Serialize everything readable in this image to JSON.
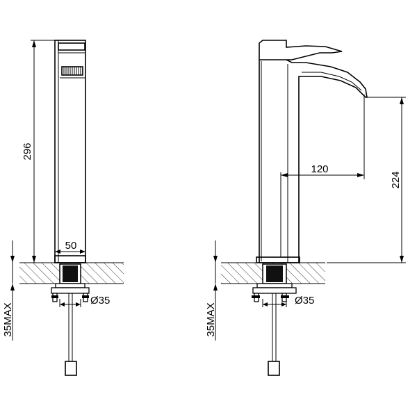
{
  "dimensions": {
    "front_height": "296",
    "front_width": "50",
    "front_hole_dia": "Ø35",
    "front_deck_max": "35MAX",
    "side_reach": "120",
    "side_spout_height": "224",
    "side_hole_dia": "Ø35",
    "side_deck_max": "35MAX"
  }
}
